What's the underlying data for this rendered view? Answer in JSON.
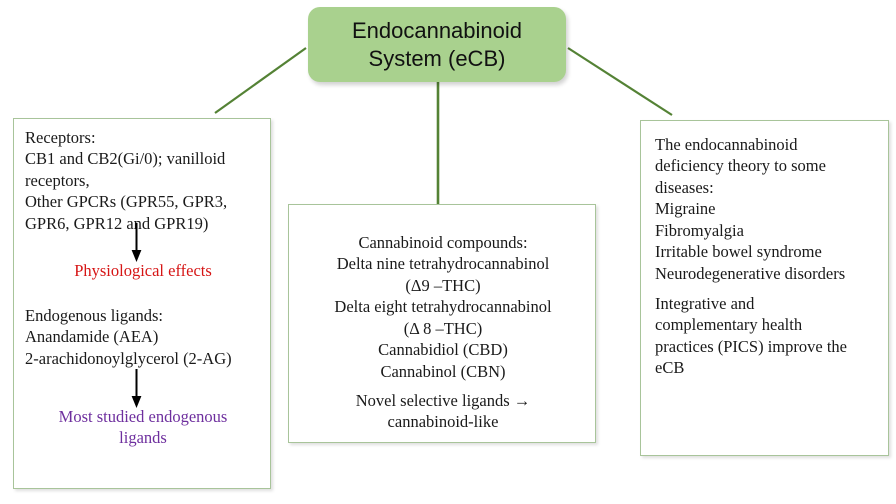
{
  "diagram": {
    "title_node": {
      "label": "Endocannabinoid\nSystem (eCB)",
      "fill_color": "#a9d18e"
    },
    "accent_colors": {
      "box_border": "#a8c49a",
      "title_fill": "#a9d18e",
      "emphasis_red": "#d61515",
      "emphasis_purple": "#6e2f9e",
      "connector_line": "#548235"
    },
    "panels": {
      "receptors": {
        "receptors_heading_and_list": "Receptors:\nCB1 and CB2(Gi/0); vanilloid\nreceptors,\nOther GPCRs (GPR55, GPR3,\nGPR6, GPR12 and GPR19)",
        "physiological_effects": "Physiological  effects",
        "endogenous_ligands": "Endogenous ligands:\nAnandamide (AEA)\n2-arachidonoylglycerol (2-AG)",
        "most_studied_ligands": "Most studied endogenous\nligands"
      },
      "compounds": {
        "compounds_list": "Cannabinoid compounds:\nDelta nine tetrahydrocannabinol\n(Δ9 –THC)\nDelta eight tetrahydrocannabinol\n(Δ 8 –THC)\nCannabidiol  (CBD)\nCannabinol (CBN)",
        "novel_ligands": "Novel selective ligands →\ncannabinoid-like"
      },
      "deficiency": {
        "deficiency_list": "The endocannabinoid\ndeficiency theory to some\ndiseases:\nMigraine\nFibromyalgia\nIrritable bowel syndrome\nNeurodegenerative disorders",
        "integrative_practices": "Integrative and\ncomplementary health\npractices (PICS) improve the\neCB"
      }
    }
  }
}
